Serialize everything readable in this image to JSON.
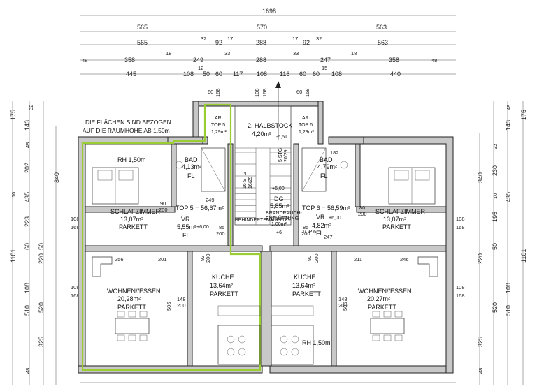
{
  "dims_top": {
    "row1": [
      "1698"
    ],
    "row2": [
      "565",
      "570",
      "563"
    ],
    "row3": [
      "565",
      "32",
      "92",
      "17",
      "288",
      "17",
      "92",
      "32",
      "563"
    ],
    "row4": [
      "48",
      "358",
      "18",
      "249",
      "33",
      "288",
      "33",
      "247",
      "18",
      "358",
      "48"
    ],
    "row5": [
      "445",
      "108",
      "12",
      "50",
      "60",
      "117",
      "108",
      "116",
      "60",
      "60",
      "15",
      "108",
      "440"
    ],
    "row6": [
      "60",
      "168",
      "108",
      "168",
      "60",
      "168"
    ]
  },
  "dims_left": {
    "outer": [
      "175",
      "32",
      "143",
      "48",
      "202",
      "10",
      "435",
      "223",
      "60",
      "50",
      "220",
      "108",
      "510",
      "520",
      "325",
      "48",
      "1101"
    ],
    "inner": [
      "340",
      "108",
      "168",
      "108",
      "168"
    ]
  },
  "dims_right": {
    "outer": [
      "175",
      "143",
      "48",
      "32",
      "230",
      "10",
      "435",
      "195",
      "50",
      "220",
      "108",
      "510",
      "520",
      "325",
      "48",
      "1101"
    ],
    "inner": [
      "340",
      "108",
      "168",
      "108",
      "168"
    ]
  },
  "note": [
    "DIE FLÄCHEN SIND BEZOGEN",
    "AUF DIE RAUMHÖHE AB 1,50m"
  ],
  "rooms": {
    "ar5": {
      "name": "AR",
      "top": "TOP 5",
      "area": "1,29m²"
    },
    "ar6": {
      "name": "AR",
      "top": "TOP 6",
      "area": "1,29m²"
    },
    "halbstock": {
      "name": "2. HALBSTOCK",
      "area": "4,20m²"
    },
    "bad5": {
      "name": "BAD",
      "area": "4,13m²",
      "fl": "FL"
    },
    "bad6": {
      "name": "BAD",
      "area": "4,79m²",
      "fl": "FL"
    },
    "schlaf5": {
      "name": "SCHLAFZIMMER",
      "area": "13,07m²",
      "floor": "PARKETT",
      "rh": "RH 1,50m"
    },
    "schlaf6": {
      "name": "SCHLAFZIMMER",
      "area": "13,07m²",
      "floor": "PARKETT"
    },
    "top5": "TOP 5 = 56,67m²",
    "top6": "TOP 6 = 56,59m²",
    "vr5": {
      "name": "VR",
      "area": "5,55m²",
      "fl": "FL",
      "level": "+6,00"
    },
    "vr6": {
      "name": "VR",
      "area": "4,82m²",
      "fl": "FL",
      "level": "+6,00"
    },
    "dg": {
      "name": "DG",
      "area": "5,85m²",
      "sub1": "BRANDRAUCH-",
      "sub2": "ENTLÜFTUNG",
      "sub3": "1,00m²",
      "level": "+6,00"
    },
    "wohnen5": {
      "name": "WOHNEN//ESSEN",
      "area": "20,28m²",
      "floor": "PARKETT"
    },
    "wohnen6": {
      "name": "WOHNEN//ESSEN",
      "area": "20,27m²",
      "floor": "PARKETT"
    },
    "kueche5": {
      "name": "KÜCHE",
      "area": "13,64m²",
      "floor": "PARKETT"
    },
    "kueche6": {
      "name": "KÜCHE",
      "area": "13,64m²",
      "floor": "PARKETT"
    },
    "stair_up": "16 STG",
    "stair_up2": "16/29",
    "stair_dn": "5 STG",
    "stair_dn2": "20/29",
    "rh2": "RH 1,50m",
    "aufzug": "BEHINDERTENAUFZUG"
  },
  "misc_labels": {
    "v256": "256",
    "v201": "201",
    "v211": "211",
    "v246": "246",
    "v249": "249",
    "v247": "247",
    "v182": "182",
    "v506a": "506",
    "v506b": "506",
    "v148a": "148",
    "v200a": "200",
    "v148b": "148",
    "v200b": "200",
    "v90a": "90",
    "v200c": "200",
    "v80a": "80",
    "v200d": "200",
    "v85a": "85",
    "v200e": "200",
    "v85b": "85",
    "v200f": "200",
    "v92": "92",
    "v200g": "200",
    "v90b": "90",
    "v200h": "200",
    "v551": "-5,51",
    "v6": "+6",
    "top6small": "TOP 6"
  },
  "colors": {
    "wall": "#c8c8c8",
    "outline": "#9acd32",
    "ink": "#222222"
  }
}
